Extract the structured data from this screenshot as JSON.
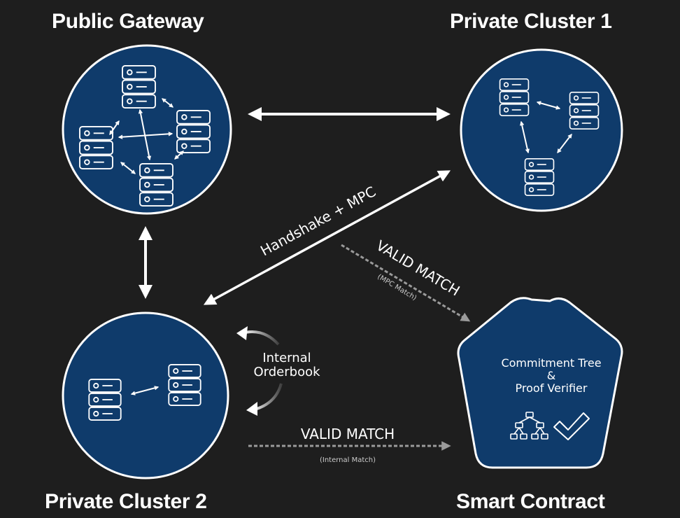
{
  "nodes": {
    "public_gateway": {
      "title": "Public Gateway",
      "servers": 4
    },
    "private_cluster_1": {
      "title": "Private Cluster 1",
      "servers": 3
    },
    "private_cluster_2": {
      "title": "Private Cluster 2",
      "servers": 2
    },
    "smart_contract": {
      "title": "Smart Contract",
      "line1": "Commitment Tree",
      "line2": "&",
      "line3": "Proof Verifier",
      "icons": [
        "tree-hierarchy-icon",
        "checkmark-icon"
      ]
    }
  },
  "edges": {
    "handshake": {
      "label": "Handshake + MPC"
    },
    "valid_match_mpc": {
      "label": "VALID MATCH",
      "sublabel": "(MPC Match)"
    },
    "valid_match_internal": {
      "label": "VALID MATCH",
      "sublabel": "(Internal Match)"
    },
    "internal_orderbook": {
      "line1": "Internal",
      "line2": "Orderbook"
    }
  },
  "colors": {
    "background": "#1e1e1e",
    "node_fill": "#0f3b6b",
    "stroke": "#ffffff",
    "dashed": "#9a9a9a"
  }
}
